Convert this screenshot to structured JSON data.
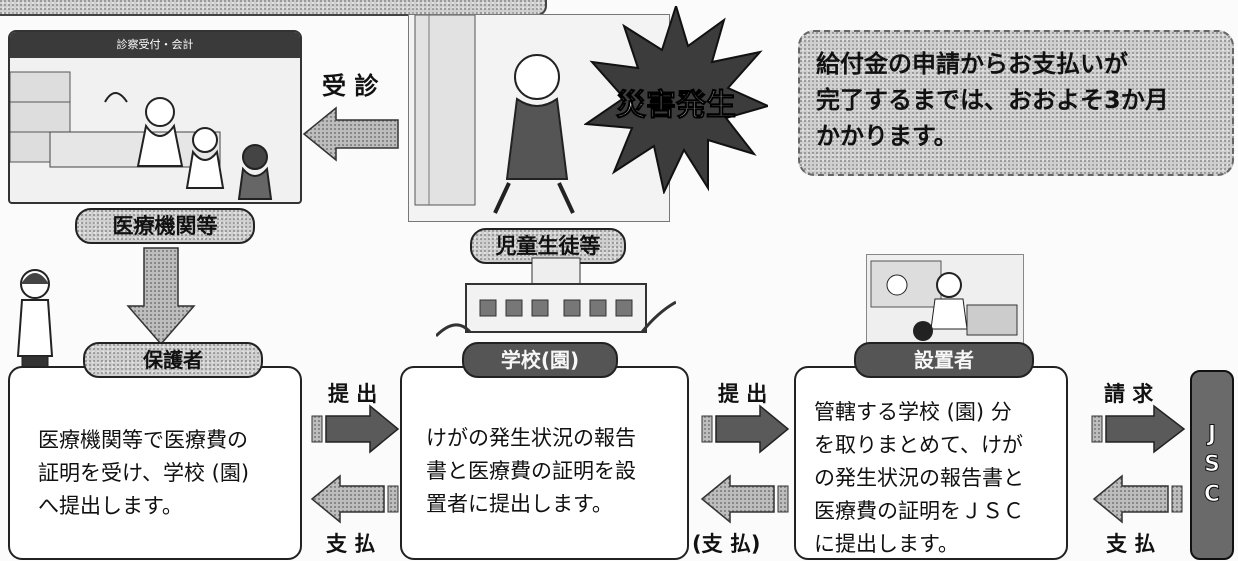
{
  "labels": {
    "clinic_sign": "診察受付・会計",
    "medical": "医療機関等",
    "students": "児童生徒等",
    "guardian": "保護者",
    "school": "学校(園)",
    "founder": "設置者",
    "disaster": "災害発生"
  },
  "info": {
    "text": "給付金の申請からお支払いが\n完了するまでは、おおよそ3か月\nかかります。"
  },
  "boxes": {
    "guardian": "医療機関等で医療費の\n証明を受け、学校 (園)\nへ提出します。",
    "school": "けがの発生状況の報告\n書と医療費の証明を設\n置者に提出します。",
    "founder": "管轄する学校 (園) 分\nを取りまとめて、けが\nの発生状況の報告書と\n医療費の証明をＪＳＣ\nに提出します。"
  },
  "arrows": {
    "consult": "受 診",
    "submit1": "提 出",
    "submit2": "提 出",
    "claim": "請 求",
    "pay1": "支 払",
    "pay2": "(支 払)",
    "pay3": "支 払"
  },
  "jsc": [
    "J",
    "S",
    "C"
  ]
}
